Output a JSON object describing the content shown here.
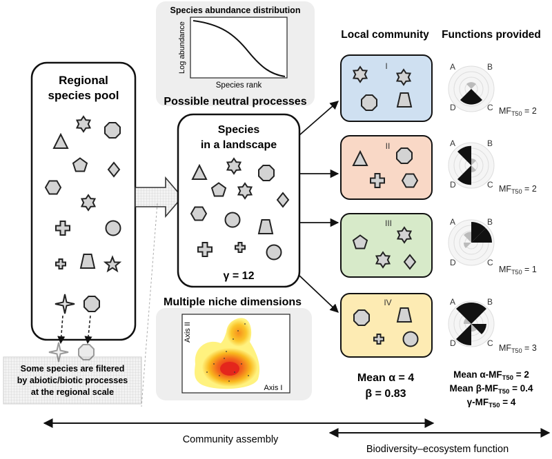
{
  "panels": {
    "regional_pool": {
      "line1": "Regional",
      "line2": "species pool"
    },
    "landscape": {
      "line1": "Species",
      "line2": "in a landscape",
      "gamma": "γ = 12"
    },
    "filter_note": {
      "line1": "Some species are filtered",
      "line2": "by abiotic/biotic processes",
      "line3": "at the regional scale"
    }
  },
  "sad": {
    "title": "Species abundance distribution",
    "ylabel": "Log abundance",
    "xlabel": "Species rank",
    "caption": "Possible neutral processes"
  },
  "niche": {
    "caption": "Multiple niche dimensions",
    "axis1": "Axis I",
    "axis2": "Axis II"
  },
  "headers": {
    "local": "Local community",
    "functions": "Functions provided"
  },
  "communities": [
    {
      "numeral": "I",
      "bg": "#cfe0f1",
      "mf": "2"
    },
    {
      "numeral": "II",
      "bg": "#f9d8c6",
      "mf": "2"
    },
    {
      "numeral": "III",
      "bg": "#d7eac9",
      "mf": "1"
    },
    {
      "numeral": "IV",
      "bg": "#fdebb3",
      "mf": "3"
    }
  ],
  "radar_labels": {
    "a": "A",
    "b": "B",
    "c": "C",
    "d": "D"
  },
  "mf_prefix": "MF",
  "mf_sub": "T50",
  "summary": {
    "mean_alpha": "Mean α = 4",
    "beta": "β = 0.83",
    "mean_alpha_mf": "Mean α-MF",
    "mean_alpha_mf_val": " = 2",
    "mean_beta_mf": "Mean β-MF",
    "mean_beta_mf_val": " = 0.4",
    "gamma_mf": "γ-MF",
    "gamma_mf_val": " = 4"
  },
  "bottom": {
    "assembly": "Community assembly",
    "bef": "Biodiversity–ecosystem function"
  }
}
